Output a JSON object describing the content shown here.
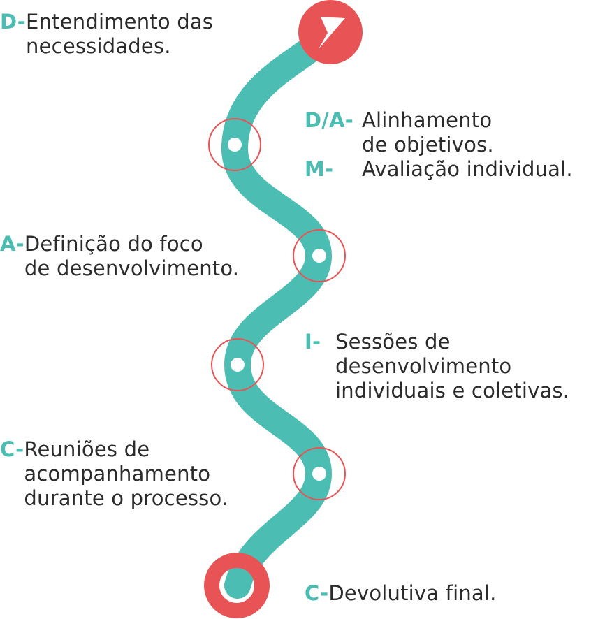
{
  "colors": {
    "path": "#4bbdb3",
    "accent": "#e85456",
    "text": "#2b2b2b",
    "prefix": "#4bbdb3"
  },
  "start_icon": "navigation-arrow-icon",
  "end_icon": "ring-end-icon",
  "steps": {
    "d": {
      "prefix": "D-",
      "lines": [
        "Entendimento das",
        "necessidades."
      ]
    },
    "da": {
      "prefix": "D/A-",
      "lines": [
        "Alinhamento",
        "de objetivos."
      ]
    },
    "m": {
      "prefix": "M-",
      "lines": [
        "Avaliação individual."
      ]
    },
    "a": {
      "prefix": "A-",
      "lines": [
        "Definição do foco",
        "de desenvolvimento."
      ]
    },
    "i": {
      "prefix": "I-",
      "lines": [
        "Sessões de",
        "desenvolvimento",
        "individuais e coletivas."
      ]
    },
    "c1": {
      "prefix": "C-",
      "lines": [
        "Reuniões de",
        "acompanhamento",
        "durante o processo."
      ]
    },
    "c2": {
      "prefix": "C-",
      "lines": [
        "Devolutiva final."
      ]
    }
  }
}
